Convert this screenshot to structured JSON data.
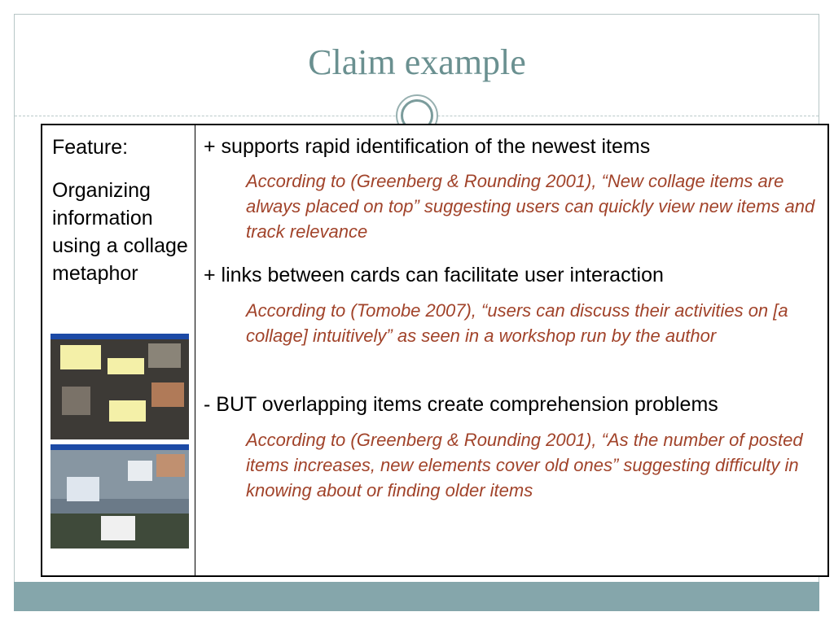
{
  "slide": {
    "title": "Claim example"
  },
  "table": {
    "feature_label": "Feature:",
    "feature_desc": "Organizing information using a collage metaphor",
    "claims": [
      {
        "text": "+ supports rapid identification of the newest items",
        "evidence": "According to (Greenberg & Rounding 2001), “New collage items are always placed on top” suggesting users can quickly view new items and track relevance"
      },
      {
        "text": "+ links between cards can facilitate user interaction",
        "evidence": "According to (Tomobe 2007), “users can discuss their activities on [a collage] intuitively” as seen in a workshop run by the author"
      },
      {
        "text": "- BUT overlapping items create comprehension problems",
        "evidence": "According to (Greenberg & Rounding 2001), “As the number of posted items increases, new elements cover old ones” suggesting difficulty in knowing about or finding older items"
      }
    ]
  },
  "colors": {
    "title": "#6a9090",
    "evidence_text": "#a1432a",
    "footer_bar": "#85a6ab"
  }
}
